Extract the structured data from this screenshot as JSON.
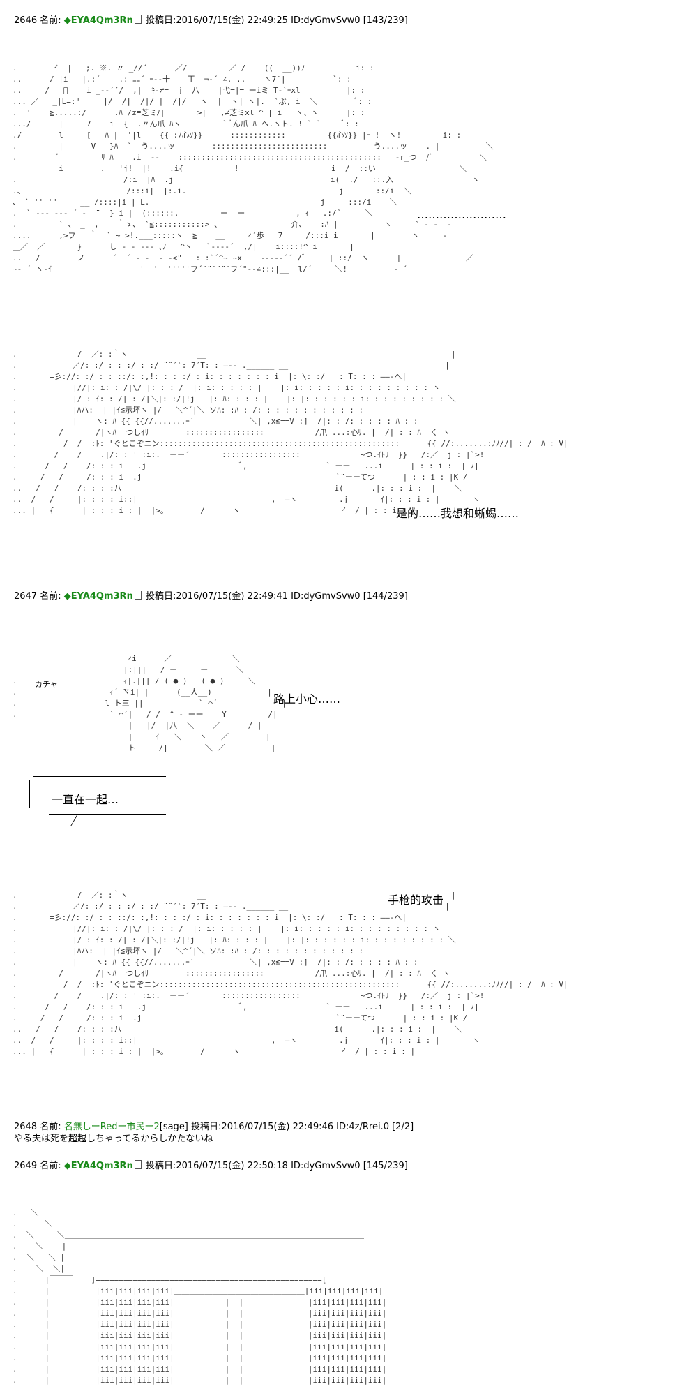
{
  "posts": [
    {
      "number": "2646",
      "name_label": "名前:",
      "trip": "◆EYA4Qm3Rn",
      "posted_label": "投稿日:",
      "date": "2016/07/15(金) 22:49:25",
      "id": "ID:dyGmvSvw0",
      "count": "[143/239]"
    },
    {
      "number": "2647",
      "name_label": "名前:",
      "trip": "◆EYA4Qm3Rn",
      "posted_label": "投稿日:",
      "date": "2016/07/15(金) 22:49:41",
      "id": "ID:dyGmvSvw0",
      "count": "[144/239]"
    },
    {
      "number": "2648",
      "name_label": "名前:",
      "name": "名無しーRedー市民ー2",
      "sage": "[sage]",
      "posted_label": "投稿日:",
      "date": "2016/07/15(金) 22:49:46",
      "id": "ID:4z/Rrei.0",
      "count": "[2/2]",
      "message": "やる夫は死を超越しちゃってるからしかたないね"
    },
    {
      "number": "2649",
      "name_label": "名前:",
      "trip": "◆EYA4Qm3Rn",
      "posted_label": "投稿日:",
      "date": "2016/07/15(金) 22:50:18",
      "id": "ID:dyGmvSvw0",
      "count": "[145/239]"
    }
  ],
  "dialogue": {
    "ellipsis1": "……………………",
    "line1": "是的……我想和蜥蜴……",
    "line2": "路上小心……",
    "bubble": "一直在一起…",
    "sfx": "カチャ",
    "line3": "手枪的攻击"
  }
}
